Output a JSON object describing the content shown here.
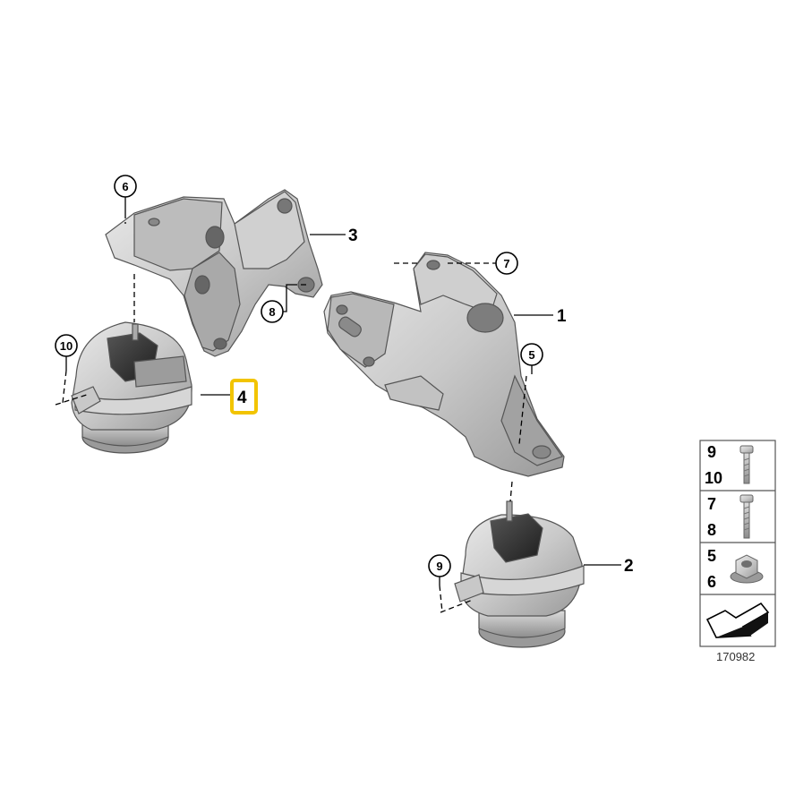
{
  "callouts": {
    "c1": "1",
    "c2": "2",
    "c3": "3",
    "c4": "4",
    "c5": "5",
    "c6": "6",
    "c7": "7",
    "c8": "8",
    "c9": "9",
    "c10": "10"
  },
  "highlight_color": "#f2c400",
  "legend": {
    "row1_a": "9",
    "row1_b": "10",
    "row2_a": "7",
    "row2_b": "8",
    "row3_a": "5",
    "row3_b": "6"
  },
  "catalog_number": "170982",
  "icons": [
    "bolt-short-icon",
    "bolt-long-icon",
    "flange-nut-icon",
    "arrow-icon"
  ]
}
